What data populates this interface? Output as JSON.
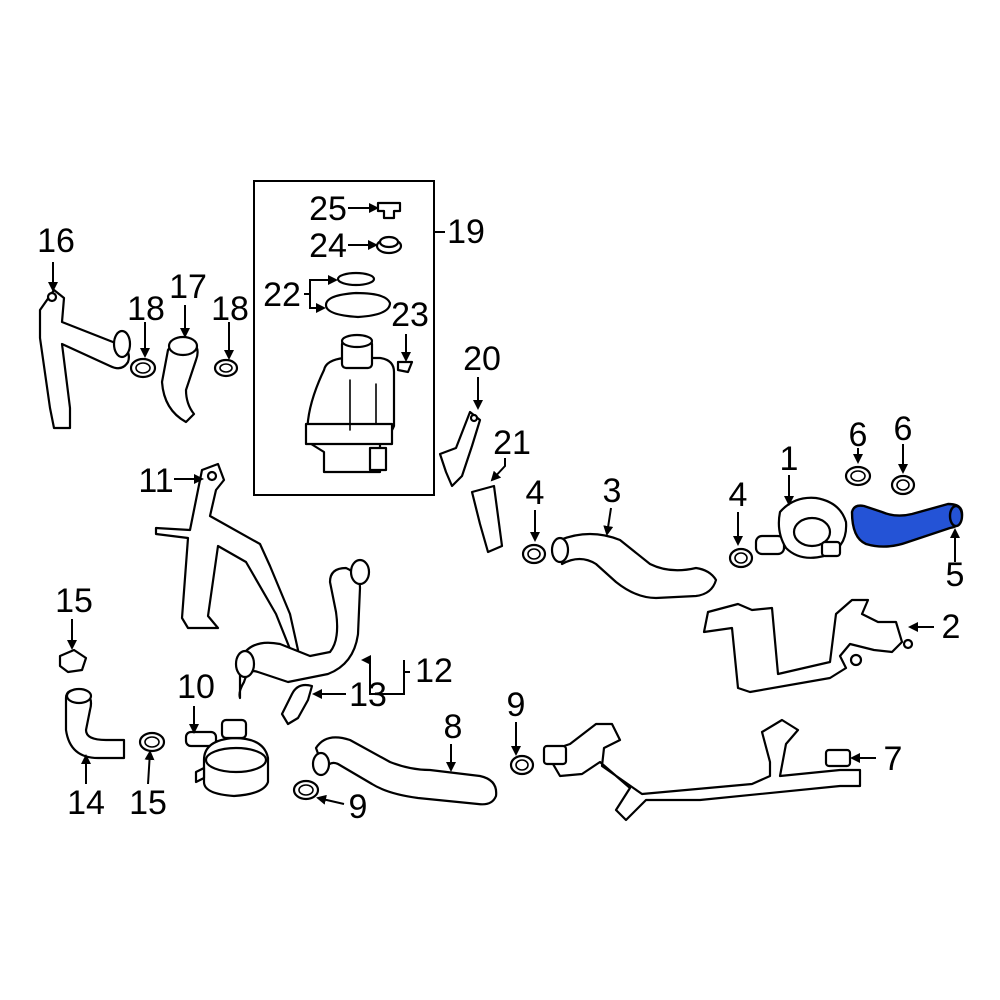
{
  "diagram": {
    "labels": {
      "p1": "1",
      "p2": "2",
      "p3": "3",
      "p4a": "4",
      "p4b": "4",
      "p5": "5",
      "p6a": "6",
      "p6b": "6",
      "p7": "7",
      "p8": "8",
      "p9a": "9",
      "p9b": "9",
      "p10": "10",
      "p11": "11",
      "p12": "12",
      "p13": "13",
      "p14": "14",
      "p15a": "15",
      "p15b": "15",
      "p16": "16",
      "p17": "17",
      "p18a": "18",
      "p18b": "18",
      "p19": "19",
      "p20": "20",
      "p21": "21",
      "p22": "22",
      "p23": "23",
      "p24": "24",
      "p25": "25"
    },
    "highlight_color": "#2453d6"
  }
}
